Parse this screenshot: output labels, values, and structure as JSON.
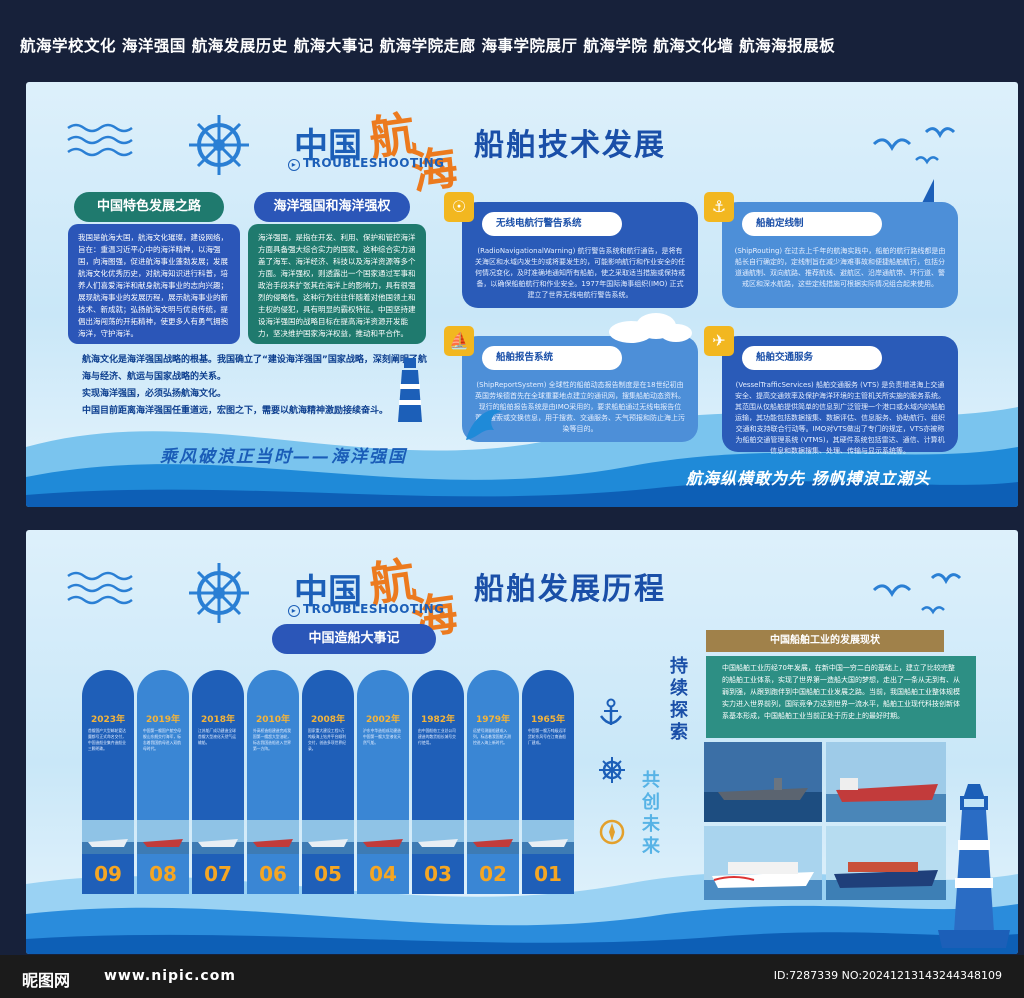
{
  "header": {
    "text": "航海学校文化 海洋强国 航海发展历史 航海大事记 航海学院走廊 海事学院展厅 航海学院 航海文化墙 航海海报展板"
  },
  "board1": {
    "title_cn": "中国",
    "title_hang": "航",
    "title_hai": "海",
    "subtitle_en": "TROUBLESHOOTING",
    "big_title": "船舶技术发展",
    "pill_left": "中国特色发展之路",
    "pill_right": "海洋强国和海洋强权",
    "panel_left": "我国是航海大国，航海文化璀璨，建设网络，旨在：重温习近平心中的海洋精神，以海强国，向海图强，促进航海事业蓬勃发展；发展航海文化优秀历史，对航海知识进行科普，培养人们喜爱海洋和献身航海事业的志向兴趣；展现航海事业的发展历程，展示航海事业的新技术、新成就；弘扬航海文明与优良传统，提倡出海闯荡的开拓精神，使更多人有勇气拥抱海洋，守护海洋。",
    "panel_right": "海洋强国，是指在开发、利用、保护和管控海洋方面具备强大综合实力的国家。这种综合实力涵盖了海军、海洋经济、科技以及海洋资源等多个方面。海洋强权，则透露出一个国家通过军事和政治手段来扩张其在海洋上的影响力，具有很强烈的侵略性。这种行为往往伴随着对他国领土和主权的侵犯，具有明显的霸权特征。中国坚持建设海洋强国的战略目标在提高海洋资源开发能力，坚决维护国家海洋权益，推动和平合作。",
    "bottom_lines": [
      "航海文化是海洋强国战略的根基。我国确立了“建设海洋强国”国家战略，深刻阐明了航海与经济、航运与国家战略的关系。",
      "实现海洋强国，必须弘扬航海文化。",
      "中国目前距离海洋强国任重道远，宏图之下，需要以航海精神激励接续奋斗。"
    ],
    "slogan_left": "乘风破浪正当时——海洋强国",
    "slogan_right": "航海纵横敢为先  扬帆搏浪立潮头",
    "cards": [
      {
        "label": "无线电航行警告系统",
        "icon": "antenna-icon",
        "body": "(RadioNavigationalWarning) 航行警告系统和航行通告，是将有关海区和水域内发生的或将要发生的，可能影响航行和作业安全的任何情况变化，及时准确地通知所有船舶，使之采取适当措施或保持戒备，以确保船舶航行和作业安全。1977年国际海事组织(IMO) 正式建立了世界无线电航行警告系统。"
      },
      {
        "label": "船舶定线制",
        "icon": "anchor-icon",
        "body": "(ShipRouting) 在过去上千年的航海实践中，船舶的航行路线都是由船长自行确定的，定线制旨在减少海难事故和便捷船舶航行，包括分道通航制、双向航路、推荐航线、避航区、沿岸通航带、环行道、警戒区和深水航路，这些定线措施可根据实际情况组合起来使用。"
      },
      {
        "label": "船舶报告系统",
        "icon": "ship-icon",
        "body": "(ShipReportSystem) 全球性的船舶动态报告制度是在18世纪初由英国劳埃德首先在全球重要地点建立的通讯网，搜集船舶动态资料。现行的船舶报告系统是由IMO采用的，要求船舶通过无线电报告位置、搜索或交换信息，用于搜救、交通服务、天气预报和防止海上污染等目的。"
      },
      {
        "label": "船舶交通服务",
        "icon": "cargo-icon",
        "body": "(VesselTrafficServices) 船舶交通服务 (VTS) 是负责增进海上交通安全、提高交通效率及保护海洋环境的主管机关所实施的服务系统。其范围从仅船舶提供简单的信息到广泛管理一个港口或水域内的船舶运输，其功能包括数据搜集、数据评估、信息服务、协助航行、组织交通和支持联合行动等。IMO对VTS做出了专门的规定，VTS亦被称为船舶交通管理系统 (VTMS)，其硬件系统包括雷达、通信、计算机信息和数据搜集、处理、传输与显示系统等。"
      }
    ]
  },
  "board2": {
    "title_cn": "中国",
    "title_hang": "航",
    "title_hai": "海",
    "subtitle_en": "TROUBLESHOOTING",
    "big_title": "船舶发展历程",
    "pill": "中国造船大事记",
    "status_head": "中国船舶工业的发展现状",
    "status_body": "中国船舶工业历经70年发展，在新中国一穷二白的基础上，建立了比较完整的船舶工业体系，实现了世界第一造船大国的梦想，走出了一条从无到有、从弱到强，从跟到跑伴到中国船舶工业发展之路。当前，我国船舶工业整体规模实力进入世界前列，国际竞争力达到世界一流水平，船舶工业现代科技创新体系基本形成，中国船舶工业当前正处于历史上的最好时期。",
    "vertical_1": "持续探索",
    "vertical_2": "共创未来",
    "timeline": [
      {
        "year": "2023年",
        "num": "09",
        "text": "首艘国产大型邮轮爱达魔都号正式命名交付，中国造船业集齐造船业三颗明珠。"
      },
      {
        "year": "2019年",
        "num": "08",
        "text": "中国第一艘国产航空母舰山东舰交付海军，标志着我国航母进入双航母时代。"
      },
      {
        "year": "2018年",
        "num": "07",
        "text": "江苏船厂成功建造全球首艘大型液化天然气运输船。"
      },
      {
        "year": "2010年",
        "num": "06",
        "text": "外高桥造船建造完成我国第一艘超大型油轮，标志我国造船进入世界第一方阵。"
      },
      {
        "year": "2008年",
        "num": "05",
        "text": "国家重大建设工程5万吨级海上钻井平台顺利交付，创造多项世界纪录。"
      },
      {
        "year": "2002年",
        "num": "04",
        "text": "沪东中华造船成功建造中国第一艘大型液化天然气船。"
      },
      {
        "year": "1982年",
        "num": "03",
        "text": "由中国船舶工业总公司建造的散货船长城号交付使用。"
      },
      {
        "year": "1979年",
        "num": "02",
        "text": "远望号测量船建成入列，标志着我国航天测控进入海上新时代。"
      },
      {
        "year": "1965年",
        "num": "01",
        "text": "中国第一艘万吨级远洋货轮东风号在江南造船厂建成。"
      }
    ]
  },
  "footer": {
    "logo": "昵图网",
    "url": "www.nipic.com",
    "id": "ID:7287339 NO:20241213143244348109"
  }
}
